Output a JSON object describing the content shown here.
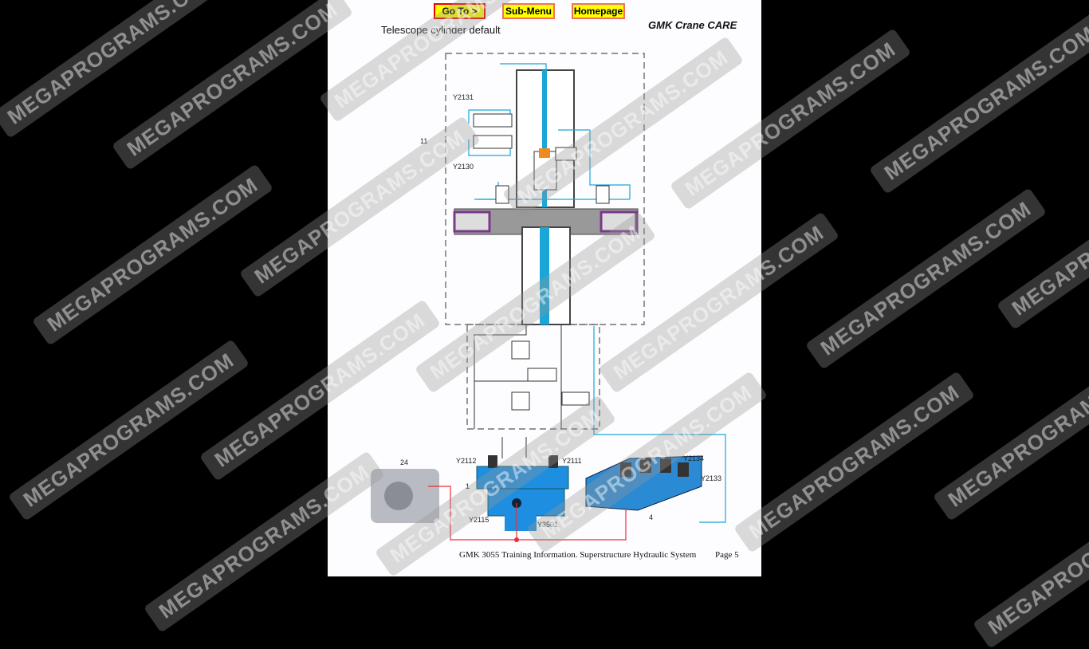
{
  "nav": {
    "goto": "Go To >",
    "submenu": "Sub-Menu",
    "homepage": "Homepage"
  },
  "header": {
    "title": "Telescope cylinder default",
    "brand": "GMK Crane CARE"
  },
  "diagram": {
    "labels": {
      "y2131": "Y2131",
      "y2130": "Y2130",
      "n11": "11",
      "n24": "24",
      "y2112": "Y2112",
      "y2111": "Y2111",
      "n1": "1",
      "y2115": "Y2115",
      "y3501": "Y3501",
      "y2134": "Y2134",
      "y2133": "Y2133",
      "n4": "4"
    },
    "colors": {
      "line_cyan": "#1aa7d8",
      "block_blue": "#1e8fe0",
      "pressure_red": "#e8303a",
      "actuator_purple": "#7a3a8a",
      "valve_orange": "#f08a1e"
    }
  },
  "footer": {
    "caption": "GMK 3055 Training Information. Superstructure Hydraulic System",
    "page": "Page 5"
  },
  "watermark": "MEGAPROGRAMS.COM"
}
